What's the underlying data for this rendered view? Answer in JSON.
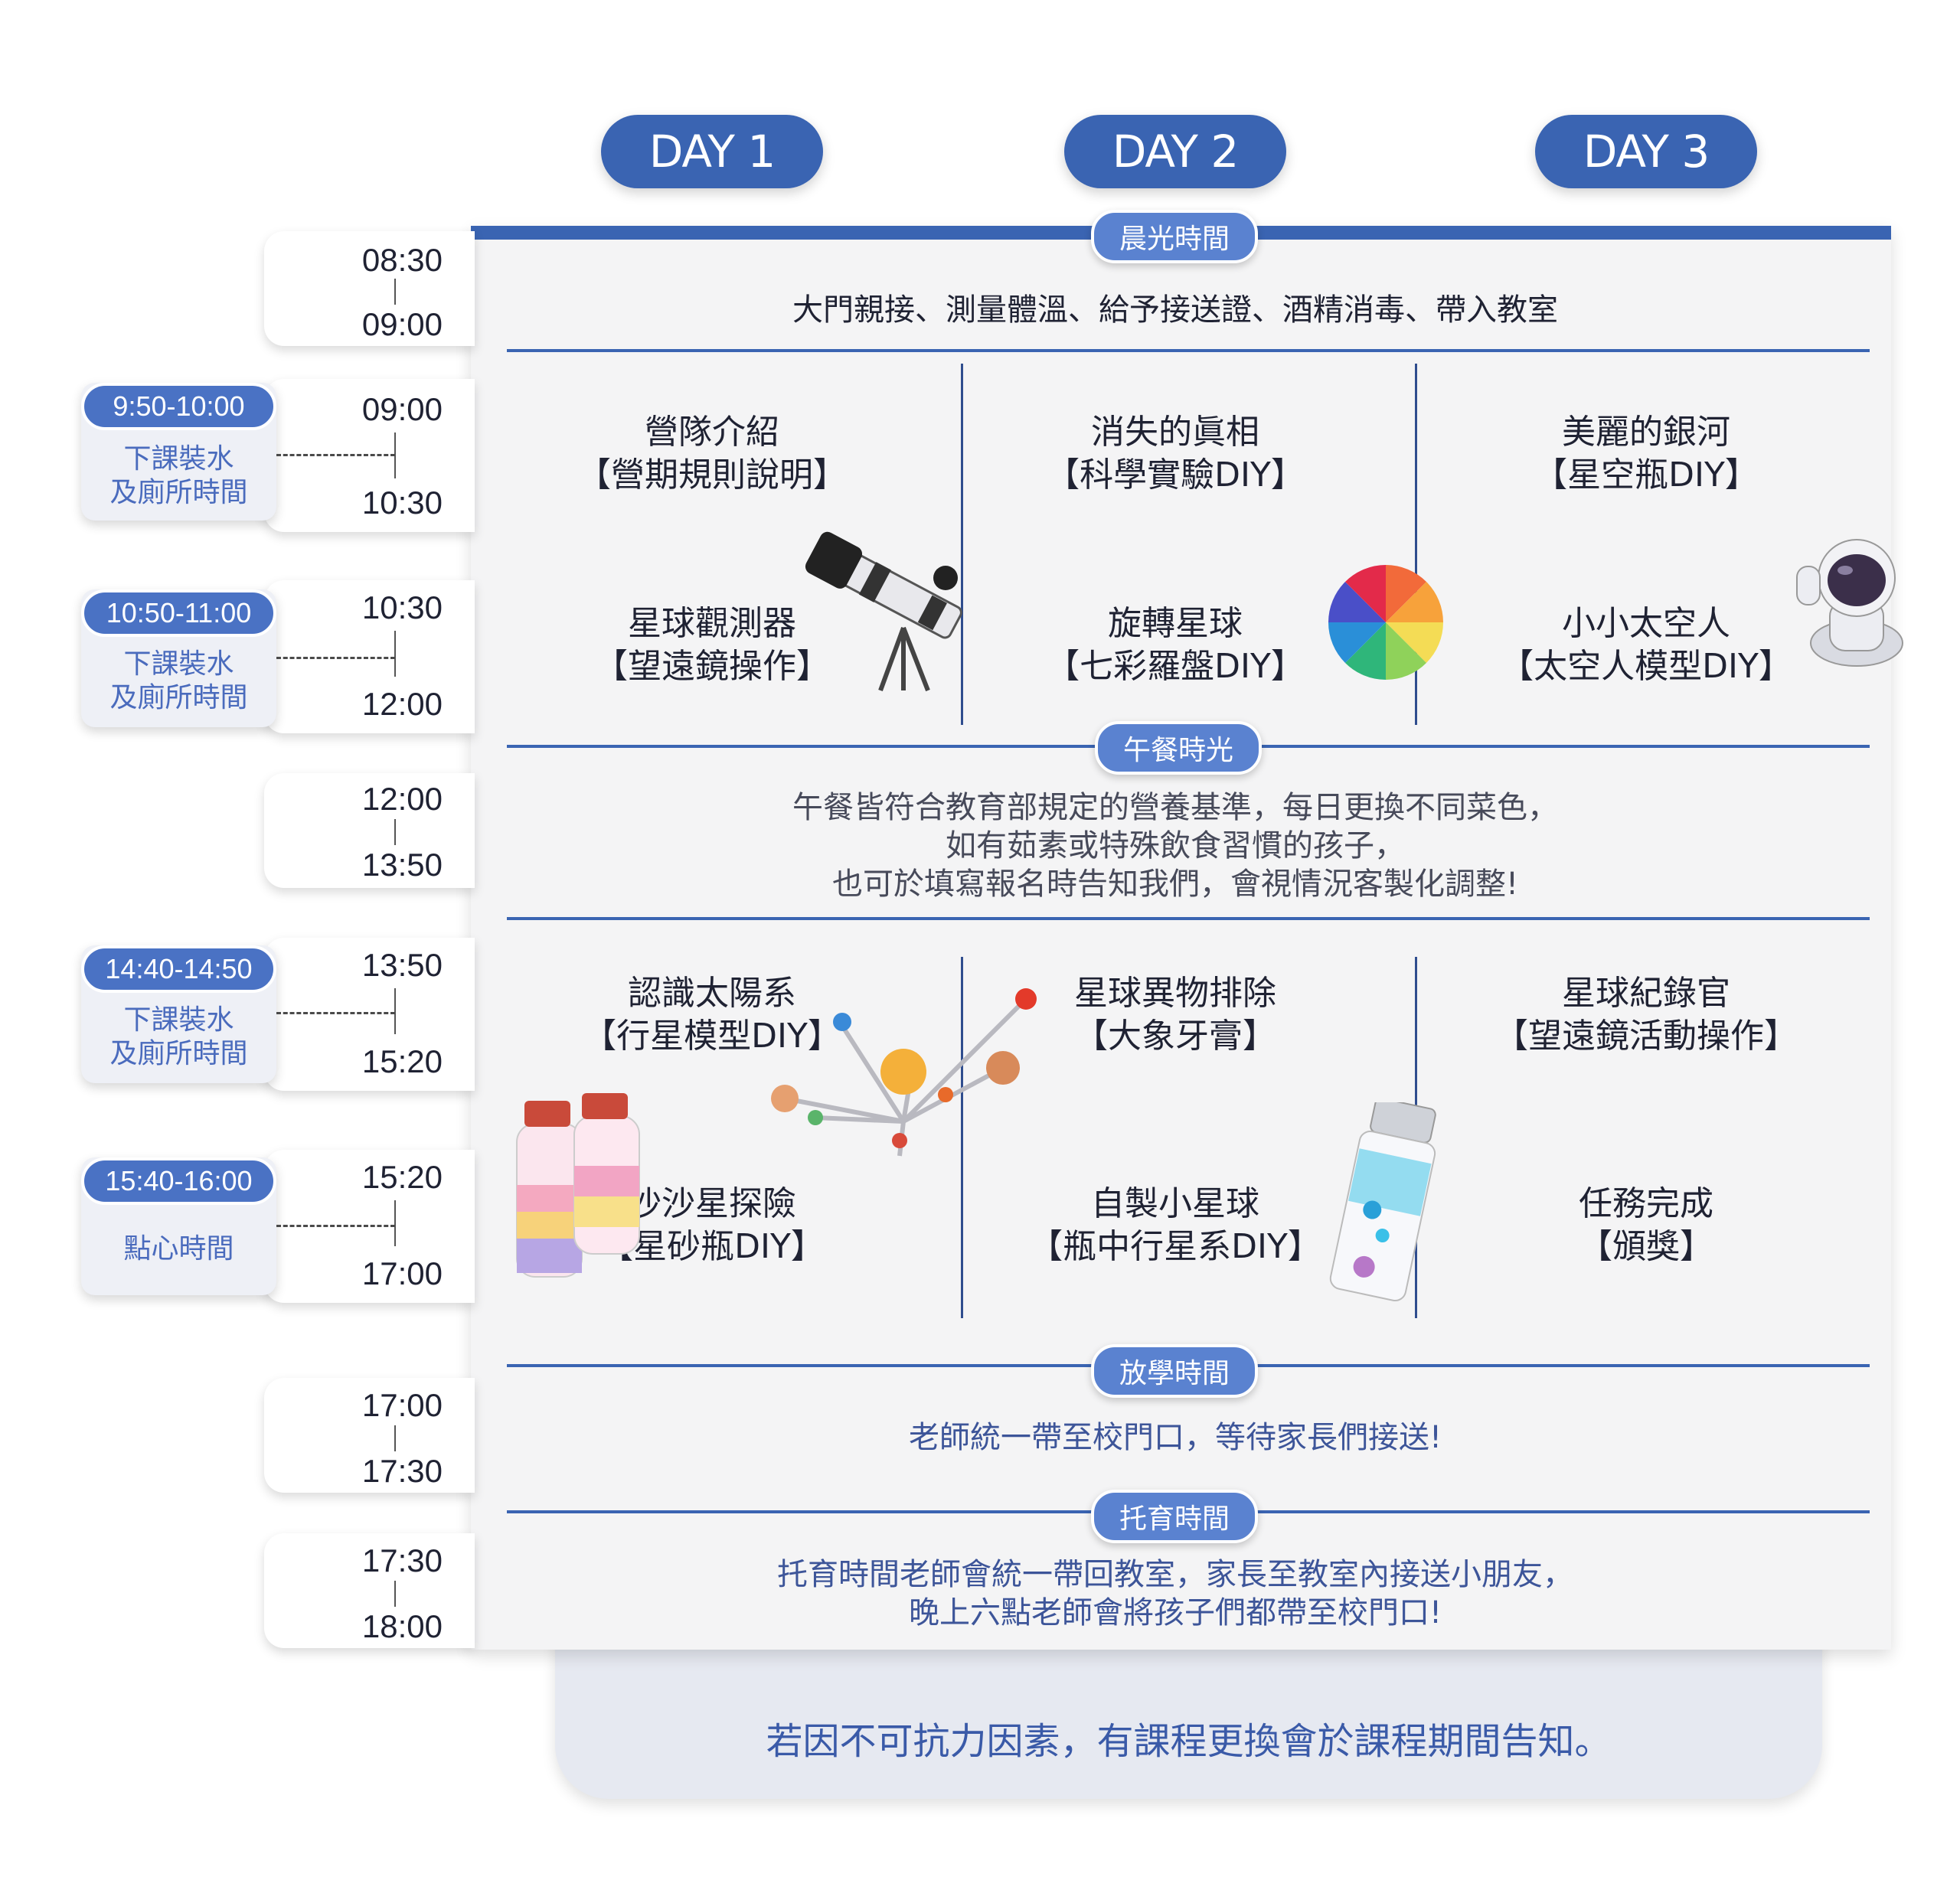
{
  "days": [
    "DAY 1",
    "DAY 2",
    "DAY 3"
  ],
  "sections": {
    "morning": {
      "label": "晨光時間",
      "text": "大門親接、測量體溫、給予接送證、酒精消毒、帶入教室"
    },
    "lunch": {
      "label": "午餐時光",
      "lines": [
        "午餐皆符合教育部規定的營養基準，每日更換不同菜色，",
        "如有茹素或特殊飲食習慣的孩子，",
        "也可於填寫報名時告知我們，會視情況客製化調整!"
      ]
    },
    "dismissal": {
      "label": "放學時間",
      "text": "老師統一帶至校門口，等待家長們接送!"
    },
    "daycare": {
      "label": "托育時間",
      "lines": [
        "托育時間老師會統一帶回教室，家長至教室內接送小朋友，",
        "晚上六點老師會將孩子們都帶至校門口!"
      ]
    }
  },
  "activities": {
    "day1": [
      {
        "title": "營隊介紹",
        "sub": "【營期規則說明】"
      },
      {
        "title": "星球觀測器",
        "sub": "【望遠鏡操作】"
      },
      {
        "title": "認識太陽系",
        "sub": "【行星模型DIY】"
      },
      {
        "title": "沙沙星探險",
        "sub": "【星砂瓶DIY】"
      }
    ],
    "day2": [
      {
        "title": "消失的眞相",
        "sub": "【科學實驗DIY】"
      },
      {
        "title": "旋轉星球",
        "sub": "【七彩羅盤DIY】"
      },
      {
        "title": "星球異物排除",
        "sub": "【大象牙膏】"
      },
      {
        "title": "自製小星球",
        "sub": "【瓶中行星系DIY】"
      }
    ],
    "day3": [
      {
        "title": "美麗的銀河",
        "sub": "【星空瓶DIY】"
      },
      {
        "title": "小小太空人",
        "sub": "【太空人模型DIY】"
      },
      {
        "title": "星球紀錄官",
        "sub": "【望遠鏡活動操作】"
      },
      {
        "title": "任務完成",
        "sub": "【頒獎】"
      }
    ]
  },
  "time_slots": [
    {
      "start": "08:30",
      "end": "09:00"
    },
    {
      "start": "09:00",
      "end": "10:30"
    },
    {
      "start": "10:30",
      "end": "12:00"
    },
    {
      "start": "12:00",
      "end": "13:50"
    },
    {
      "start": "13:50",
      "end": "15:20"
    },
    {
      "start": "15:20",
      "end": "17:00"
    },
    {
      "start": "17:00",
      "end": "17:30"
    },
    {
      "start": "17:30",
      "end": "18:00"
    }
  ],
  "breaks": [
    {
      "time": "9:50-10:00",
      "label_lines": [
        "下課裝水",
        "及廁所時間"
      ]
    },
    {
      "time": "10:50-11:00",
      "label_lines": [
        "下課裝水",
        "及廁所時間"
      ]
    },
    {
      "time": "14:40-14:50",
      "label_lines": [
        "下課裝水",
        "及廁所時間"
      ]
    },
    {
      "time": "15:40-16:00",
      "label_lines": [
        "點心時間"
      ]
    }
  ],
  "note": "若因不可抗力因素，有課程更換會於課程期間告知。",
  "icons": [
    "telescope-icon",
    "color-wheel-icon",
    "astronaut-icon",
    "solar-system-model-icon",
    "sand-bottle-icon",
    "galaxy-bottle-icon"
  ],
  "colors": {
    "accent": "#3a64b2",
    "pill": "#5a82d0",
    "panel": "#f4f4f5"
  }
}
